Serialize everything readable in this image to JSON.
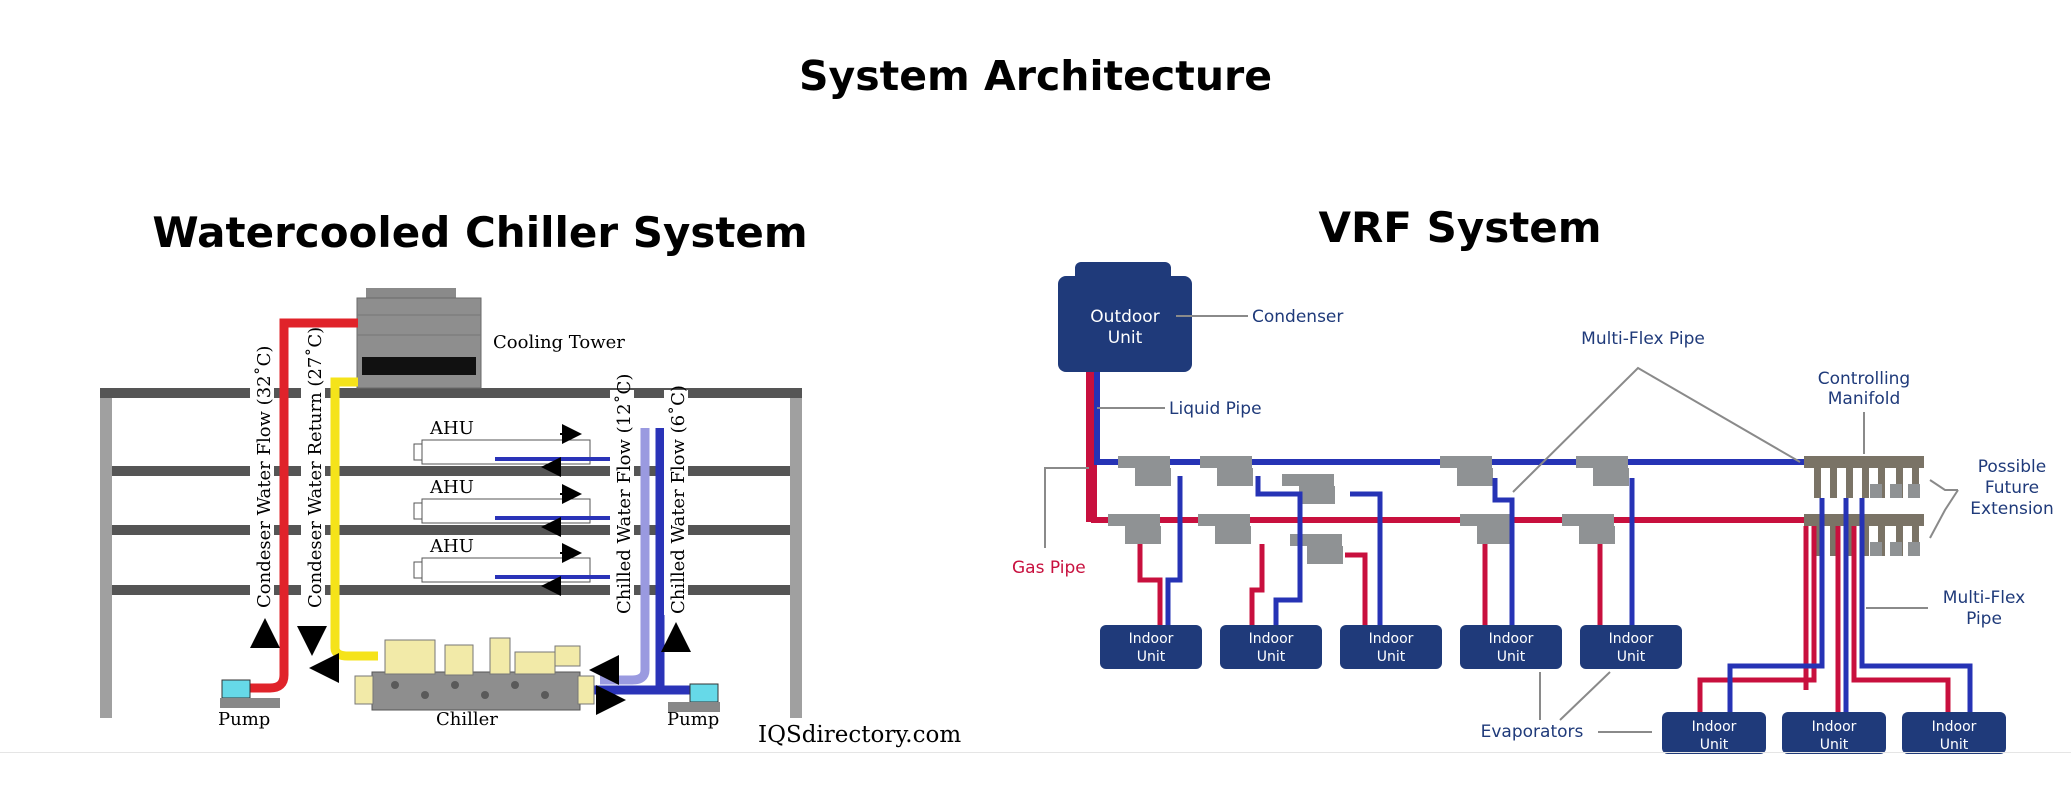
{
  "title": "System Architecture",
  "chiller": {
    "title": "Watercooled Chiller System",
    "cooling_tower": "Cooling Tower",
    "ahu": "AHU",
    "condenser_flow": "Condeser Water Flow (32˚C)",
    "condenser_return": "Condeser Water Return (27˚C)",
    "chilled_flow_12": "Chilled Water Flow (12˚C)",
    "chilled_flow_6": "Chilled Water Flow (6˚C)",
    "pump": "Pump",
    "chiller": "Chiller",
    "source": "IQSdirectory.com"
  },
  "vrf": {
    "title": "VRF System",
    "outdoor_unit_l1": "Outdoor",
    "outdoor_unit_l2": "Unit",
    "condenser": "Condenser",
    "liquid_pipe": "Liquid Pipe",
    "gas_pipe": "Gas Pipe",
    "multi_flex_pipe": "Multi-Flex Pipe",
    "multi_flex_l1": "Multi-Flex",
    "multi_flex_l2": "Pipe",
    "controlling_l1": "Controlling",
    "controlling_l2": "Manifold",
    "future_l1": "Possible",
    "future_l2": "Future",
    "future_l3": "Extension",
    "indoor_l1": "Indoor",
    "indoor_l2": "Unit",
    "evaporators": "Evaporators"
  },
  "colors": {
    "red_pipe": "#e0232a",
    "yellow_pipe": "#f5e31a",
    "blue_pipe": "#2a33b8",
    "vrf_navy": "#1f3a7a",
    "vrf_blue": "#2633b5",
    "vrf_red": "#c8103e",
    "fitting_gray": "#8f9294"
  }
}
